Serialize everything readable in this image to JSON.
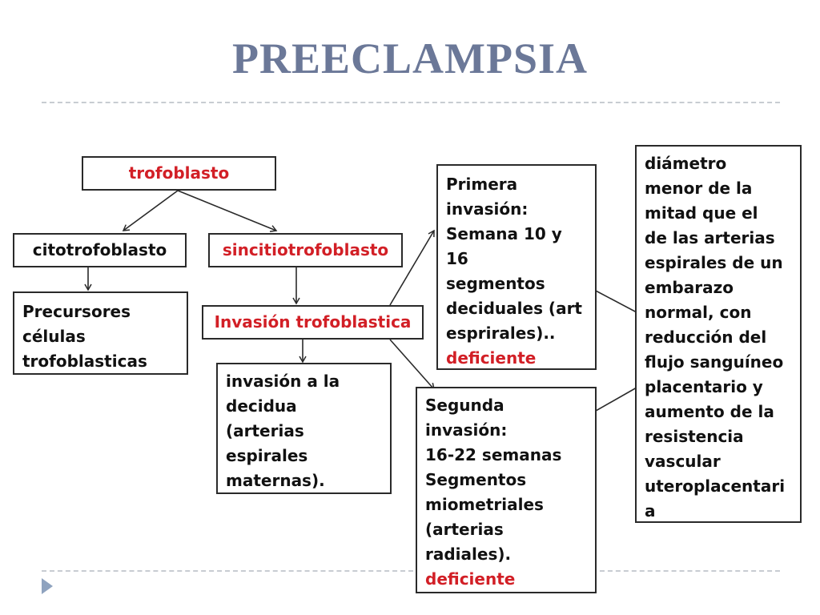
{
  "title": "PREECLAMPSIA",
  "nodes": {
    "trofoblasto": "trofoblasto",
    "citotrofoblasto": "citotrofoblasto",
    "sincitiotrofoblasto": "sincitiotrofoblasto",
    "precursores": [
      "Precursores",
      "células",
      "trofoblasticas"
    ],
    "invasion_trofoblastica": "Invasión trofoblastica",
    "invasion_decidua": [
      "invasión a la",
      "decidua",
      "(arterias",
      "espirales",
      "maternas)."
    ],
    "primera_invasion": {
      "lines": [
        "Primera",
        "invasión:",
        "Semana 10 y",
        "16",
        "segmentos",
        "deciduales (art",
        "esprirales).."
      ],
      "highlight": "deficiente"
    },
    "segunda_invasion": {
      "lines": [
        "Segunda",
        "invasión:",
        "16-22 semanas",
        "Segmentos",
        "miometriales",
        "(arterias",
        "radiales)."
      ],
      "highlight": "deficiente"
    },
    "diametro": [
      "diámetro",
      "menor de la",
      "mitad que el",
      "de las arterias",
      "espirales de un",
      "embarazo",
      "normal, con",
      "reducción del",
      "flujo sanguíneo",
      "placentario y",
      "aumento de la",
      "resistencia",
      "vascular",
      "uteroplacentari",
      "a"
    ]
  },
  "colors": {
    "title": "#6b7898",
    "highlight": "#d21f26",
    "border": "#2a2a2a",
    "divider": "#c8ccd2",
    "accent_icon": "#8fa3bf"
  },
  "icons": {
    "slide_marker": "play-triangle-icon"
  }
}
